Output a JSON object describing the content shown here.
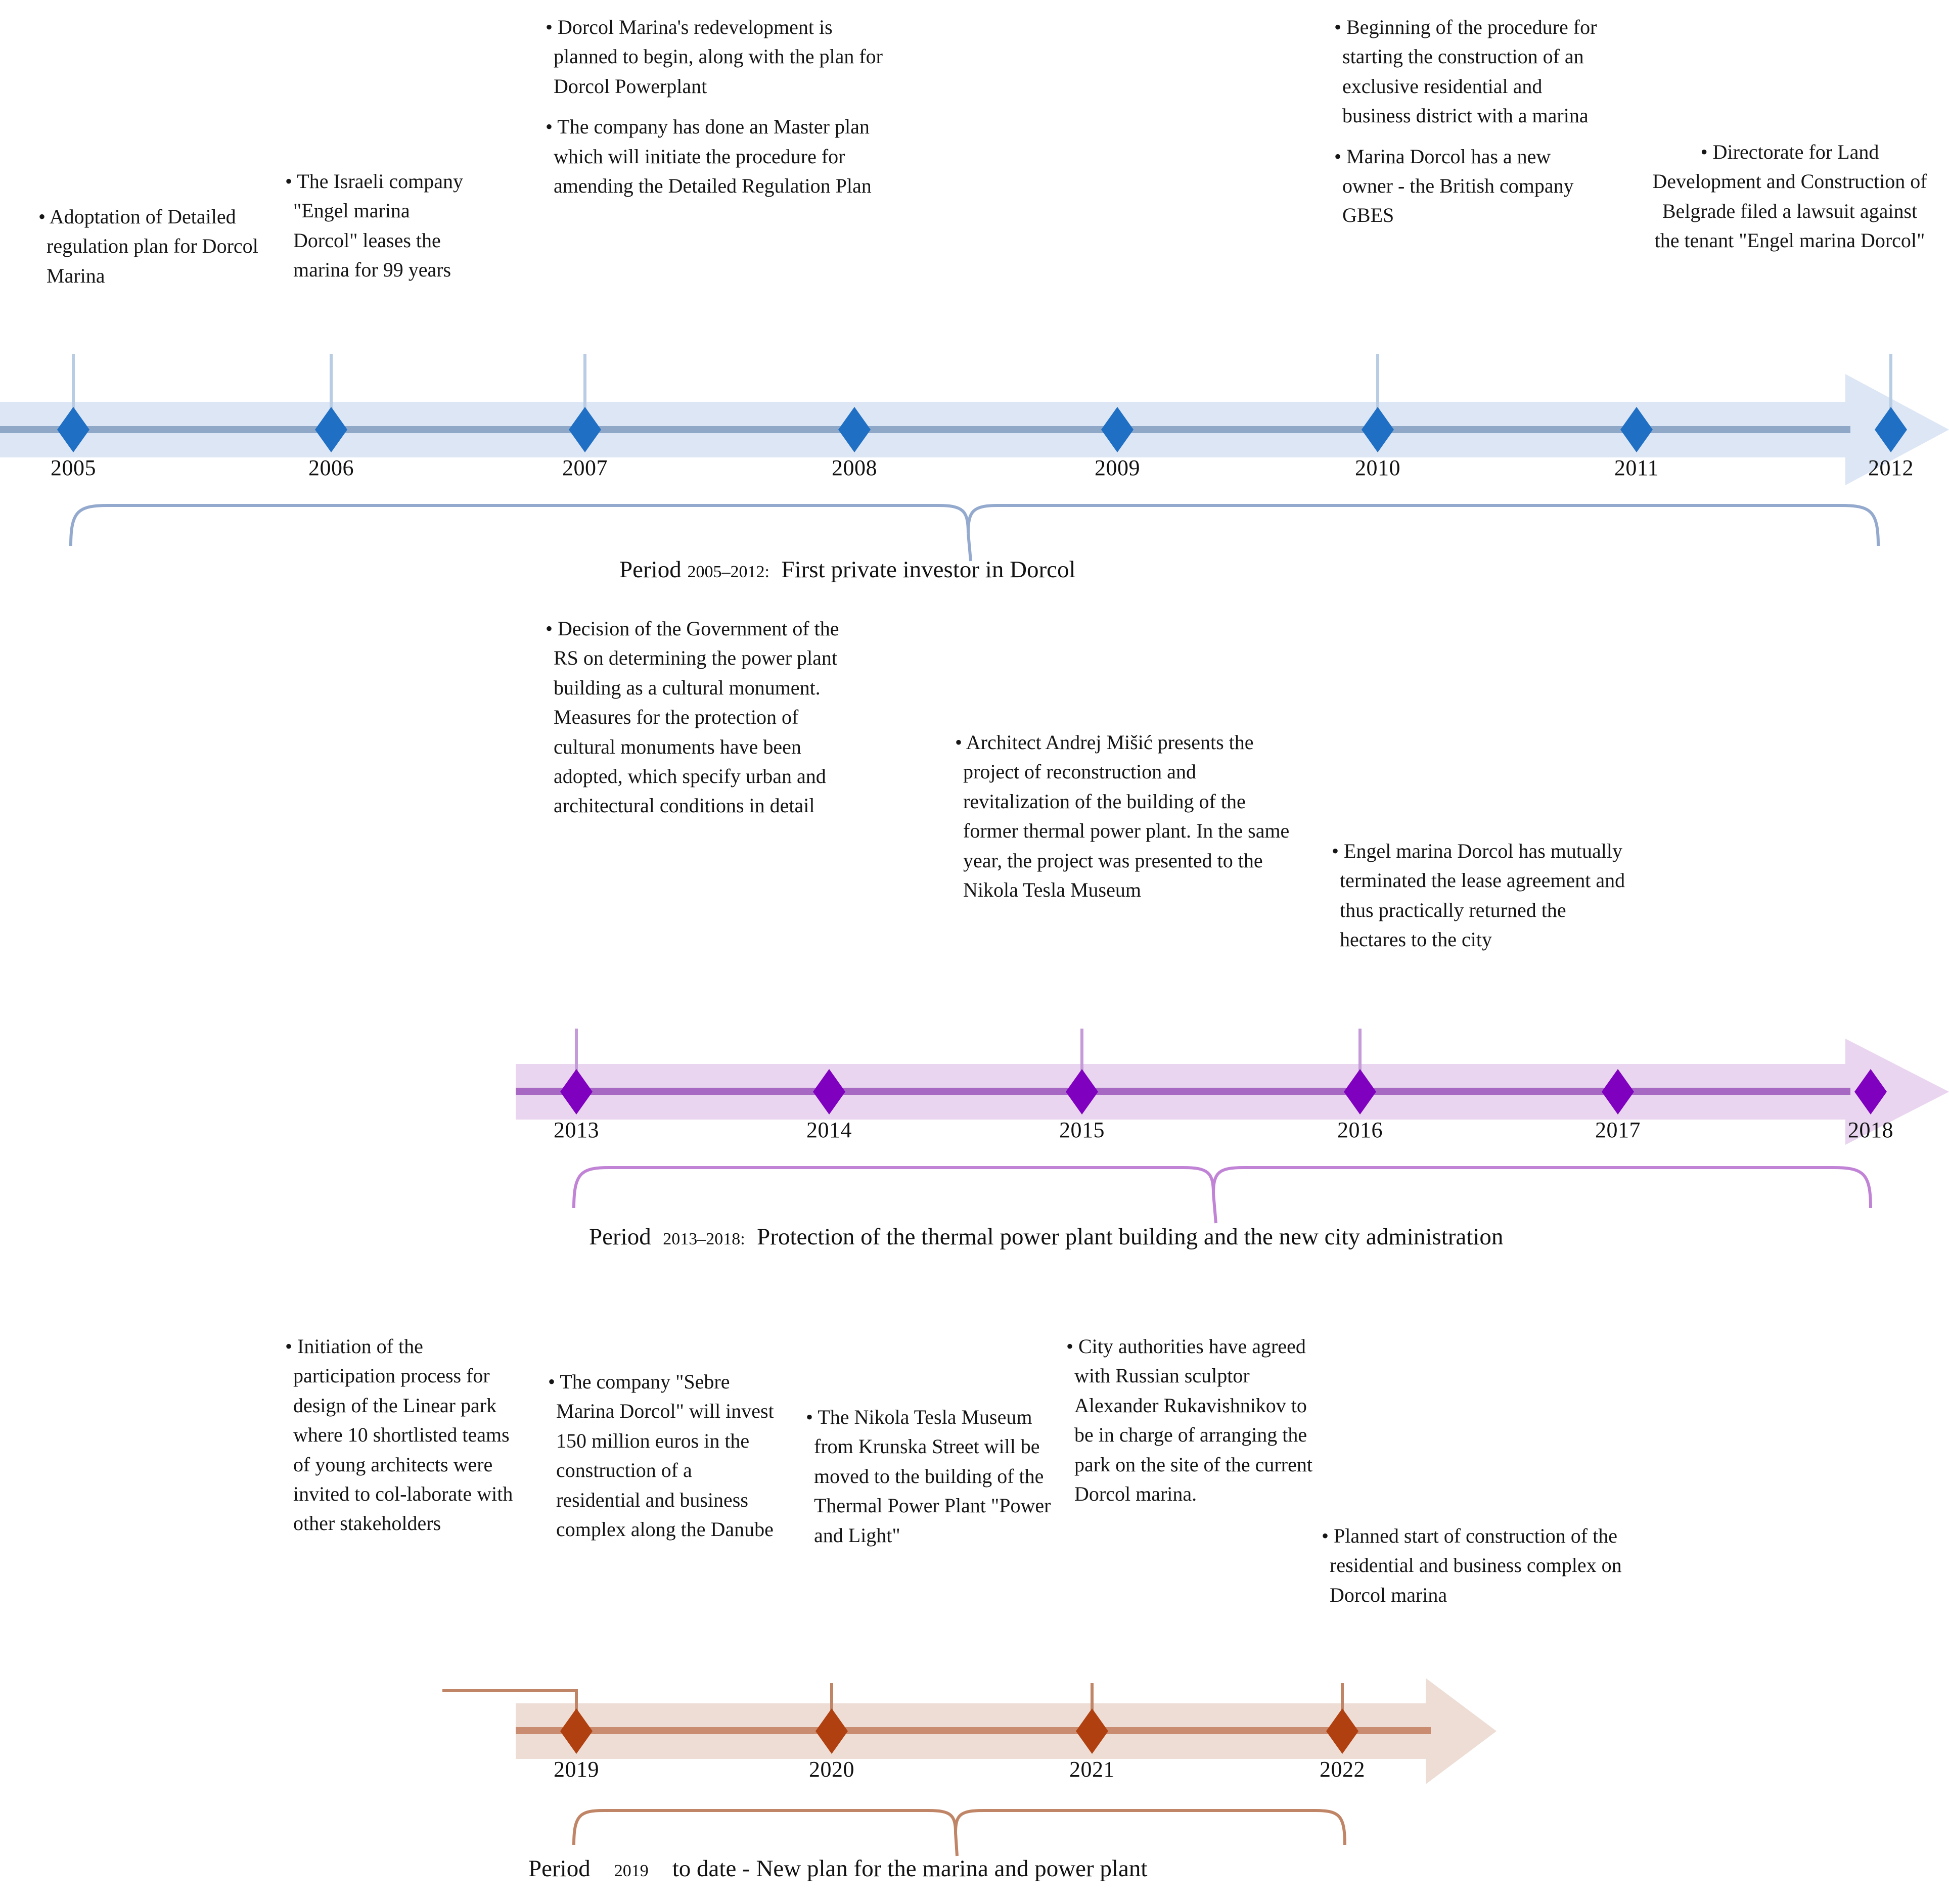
{
  "figure": {
    "type": "timeline-diagram",
    "title": "Dorcol Marina and Power Plant development timeline"
  },
  "periods": [
    {
      "id": "period-1",
      "accent": "#1f6fc4",
      "band_fill": "#dce6f5",
      "band_line": "#8fa8c8",
      "arrow_fill": "#dbe5f4",
      "marker_color": "#1f6fc4",
      "caption_prefix": "Period",
      "caption_years": "2005–2012:",
      "caption_text": "First private investor in Dorcol",
      "years": [
        "2005",
        "2006",
        "2007",
        "2008",
        "2009",
        "2010",
        "2011",
        "2012"
      ],
      "events": [
        {
          "year": "2005",
          "blocks": [
            "• Adoptation of Detailed regulation plan for Dorcol Marina"
          ]
        },
        {
          "year": "2006",
          "blocks": [
            "• The Israeli company \"Engel marina Dorcol\" leases the marina for 99 years"
          ]
        },
        {
          "year": "2007",
          "blocks": [
            "• Dorcol Marina's redevelopment is planned to begin, along with the plan for Dorcol Powerplant",
            "• The company has done an Master plan which will initiate the procedure for amending the Detailed Regulation Plan"
          ]
        },
        {
          "year": "2010",
          "blocks": [
            "• Beginning of the procedure for starting the construction of an exclusive residential and business district with a marina",
            "• Marina Dorcol has a new owner - the British company GBES"
          ]
        },
        {
          "year": "2012",
          "blocks": [
            "• Directorate for Land Development and Construction of Belgrade filed a lawsuit against the tenant \"Engel marina Dorcol\""
          ]
        }
      ]
    },
    {
      "id": "period-2",
      "accent": "#8000c0",
      "band_fill": "#ead7f0",
      "band_line": "#a768c4",
      "arrow_fill": "#e6d2ee",
      "marker_color": "#8000c0",
      "caption_prefix": "Period",
      "caption_years": "2013–2018:",
      "caption_text": "Protection of the thermal power plant building and the new city administration",
      "years": [
        "2013",
        "2014",
        "2015",
        "2016",
        "2017",
        "2018"
      ],
      "events": [
        {
          "year": "2013",
          "blocks": [
            "• Decision of the Government of the RS on determining the power plant building as a cultural monument. Measures for the protection of cultural monuments have been adopted, which specify urban and architectural conditions in detail"
          ]
        },
        {
          "year": "2015",
          "blocks": [
            "• Architect Andrej Mišić presents the project of reconstruction and revitalization of the building of the former thermal power plant. In the same year, the project was presented to the Nikola Tesla Museum"
          ]
        },
        {
          "year": "2016",
          "blocks": [
            "• Engel marina Dorcol has mutually terminated the lease agreement and thus practically returned the hectares to the city"
          ]
        }
      ]
    },
    {
      "id": "period-3",
      "accent": "#b0400f",
      "band_fill": "#e9d6ce",
      "band_line": "#c98c70",
      "arrow_fill": "#f0ded6",
      "marker_color": "#b0400f",
      "caption_prefix": "Period",
      "caption_years": "2019",
      "caption_text": "to date - New plan for the marina and power plant",
      "years": [
        "2019",
        "2020",
        "2021",
        "2022"
      ],
      "events": [
        {
          "year": "2019a",
          "blocks": [
            "• Initiation of the participation process for design of the Linear park where 10 shortlisted teams of young architects were invited to col-laborate with other stakeholders"
          ]
        },
        {
          "year": "2019b",
          "blocks": [
            "• The company \"Sebre Marina Dorcol\" will invest 150 million euros in the construction of a residential and business complex along the Danube"
          ]
        },
        {
          "year": "2020",
          "blocks": [
            "• The Nikola Tesla Museum from Krunska Street will be moved to the building of the Thermal Power Plant \"Power and Light\""
          ]
        },
        {
          "year": "2021",
          "blocks": [
            "• City authorities have agreed with Russian sculptor Alexander Rukavishnikov to be in charge of arranging the park on the site of the current Dorcol marina."
          ]
        },
        {
          "year": "2022",
          "blocks": [
            "• Planned start of construction of the residential and business complex on Dorcol marina"
          ]
        }
      ]
    }
  ]
}
